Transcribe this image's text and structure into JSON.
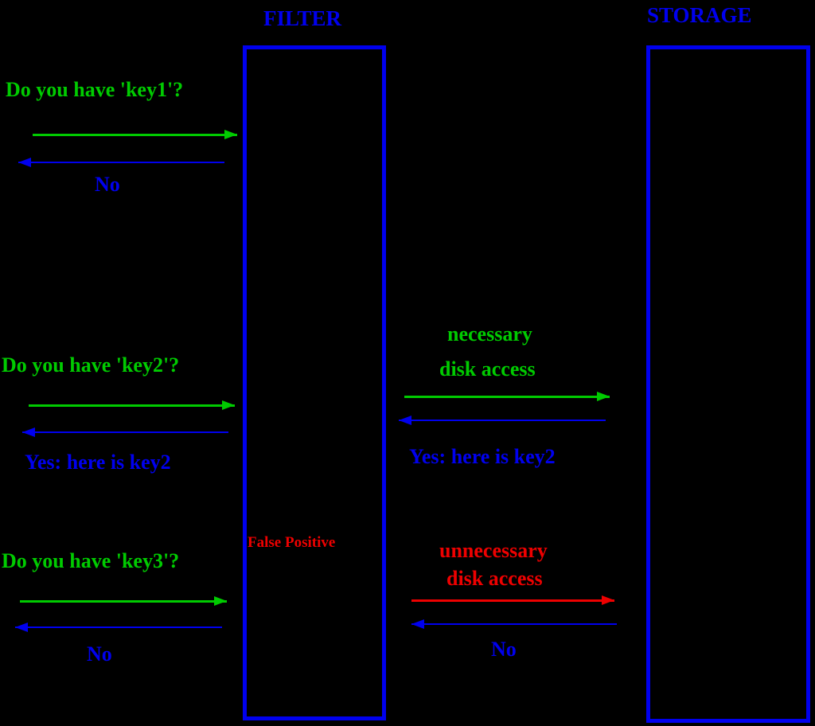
{
  "colors": {
    "background": "#000000",
    "blue": "#0000ee",
    "green": "#00cb00",
    "red": "#ee0000"
  },
  "titles": {
    "filter": "FILTER",
    "storage": "STORAGE"
  },
  "filter_annotation": "False Positive",
  "exchanges": [
    {
      "query": "Do you have 'key1'?",
      "filter_reply": "No"
    },
    {
      "query": "Do you have 'key2'?",
      "filter_reply": "Yes: here is key2",
      "disk_note_line1": "necessary",
      "disk_note_line2": "disk access",
      "storage_reply": "Yes: here is key2"
    },
    {
      "query": "Do you have 'key3'?",
      "filter_reply": "No",
      "disk_note_line1": "unnecessary",
      "disk_note_line2": "disk access",
      "storage_reply": "No"
    }
  ]
}
